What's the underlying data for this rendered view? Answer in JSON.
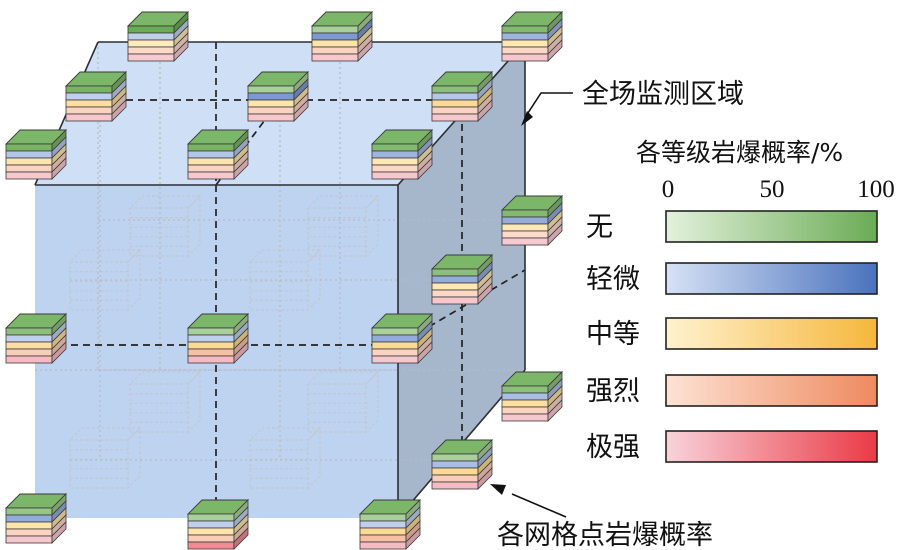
{
  "annotations": {
    "region_label": "全场监测区域",
    "node_label": "各网格点岩爆概率"
  },
  "legend": {
    "title": "各等级岩爆概率/%",
    "ticks": [
      "0",
      "50",
      "100"
    ],
    "levels": [
      {
        "label": "无",
        "start": "#e3f1dc",
        "end": "#6aac55"
      },
      {
        "label": "轻微",
        "start": "#d6e2f5",
        "end": "#4a72bd"
      },
      {
        "label": "中等",
        "start": "#fff2cf",
        "end": "#f5b73b"
      },
      {
        "label": "强烈",
        "start": "#fde2d4",
        "end": "#ee8a5f"
      },
      {
        "label": "极强",
        "start": "#f8d3da",
        "end": "#ea3a46"
      }
    ]
  },
  "colors": {
    "cube_front": "#b9cfee",
    "cube_top": "#cfdff5",
    "cube_side": "#a6b6cb",
    "edge": "#2c2f35",
    "ghost": "#c2c6cd"
  },
  "nodes": {
    "level_order": [
      "无",
      "轻微",
      "中等",
      "强烈",
      "极强"
    ],
    "list": [
      {
        "id": "back-top-left",
        "probs": [
          0.72,
          0.1,
          0.08,
          0.06,
          0.04
        ]
      },
      {
        "id": "back-top-mid",
        "probs": [
          0.3,
          0.4,
          0.15,
          0.1,
          0.05
        ]
      },
      {
        "id": "back-top-right",
        "probs": [
          0.5,
          0.25,
          0.12,
          0.08,
          0.05
        ]
      },
      {
        "id": "mid-top-left",
        "probs": [
          0.55,
          0.1,
          0.2,
          0.1,
          0.05
        ]
      },
      {
        "id": "mid-top-mid",
        "probs": [
          0.3,
          0.4,
          0.15,
          0.1,
          0.05
        ]
      },
      {
        "id": "mid-top-right",
        "probs": [
          0.45,
          0.15,
          0.25,
          0.1,
          0.05
        ]
      },
      {
        "id": "front-top-left",
        "probs": [
          0.55,
          0.15,
          0.15,
          0.1,
          0.05
        ]
      },
      {
        "id": "front-top-mid",
        "probs": [
          0.55,
          0.15,
          0.15,
          0.1,
          0.05
        ]
      },
      {
        "id": "front-top-right",
        "probs": [
          0.5,
          0.25,
          0.12,
          0.08,
          0.05
        ]
      },
      {
        "id": "back-mid-right",
        "probs": [
          0.5,
          0.3,
          0.1,
          0.06,
          0.04
        ]
      },
      {
        "id": "mid-mid-right",
        "probs": [
          0.45,
          0.3,
          0.12,
          0.08,
          0.05
        ]
      },
      {
        "id": "front-mid-left",
        "probs": [
          0.45,
          0.1,
          0.2,
          0.15,
          0.1
        ]
      },
      {
        "id": "front-mid-mid",
        "probs": [
          0.3,
          0.1,
          0.25,
          0.25,
          0.1
        ]
      },
      {
        "id": "front-mid-right",
        "probs": [
          0.3,
          0.3,
          0.25,
          0.1,
          0.05
        ]
      },
      {
        "id": "back-bottom-right",
        "probs": [
          0.45,
          0.2,
          0.2,
          0.1,
          0.05
        ]
      },
      {
        "id": "mid-bottom-right",
        "probs": [
          0.3,
          0.2,
          0.25,
          0.15,
          0.1
        ]
      },
      {
        "id": "front-bottom-left",
        "probs": [
          0.4,
          0.3,
          0.15,
          0.1,
          0.05
        ]
      },
      {
        "id": "front-bottom-mid",
        "probs": [
          0.3,
          0.1,
          0.15,
          0.15,
          0.3
        ]
      },
      {
        "id": "front-bottom-right",
        "probs": [
          0.3,
          0.1,
          0.25,
          0.25,
          0.1
        ]
      }
    ]
  }
}
